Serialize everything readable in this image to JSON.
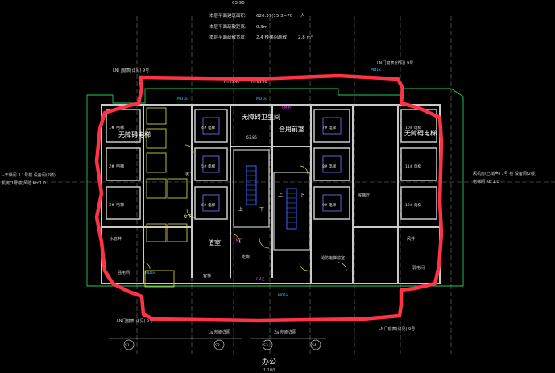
{
  "header": {
    "top_label": "63.90",
    "rows": [
      {
        "label": "本层平面建筑面积:",
        "value": "626.37(15.3=70",
        "unit": "人"
      },
      {
        "label": "本层平面疏散距离:",
        "value": "0.3m",
        "unit": ""
      },
      {
        "label": "本层平面疏散宽度:",
        "value": "2.4 楼梯间疏散",
        "unit": "2.8 m²"
      }
    ]
  },
  "rooms": {
    "acc_left": "无障碍电梯",
    "acc_right": "无障碍电梯",
    "acc_wc": "无障碍卫生间",
    "shared_lobby": "合用前室",
    "fire_room": "消防电梯前室",
    "duty_room": "值室",
    "corridor": "走廊",
    "wc_left_a": "女卫",
    "wc_left_b": "男卫",
    "room_left_low": "强电间",
    "room_right_low": "弱电间",
    "pipe_a": "水管井",
    "pipe_b": "风井",
    "stair_a": "上",
    "stair_b": "下",
    "lobby_lift_text": "客梯",
    "lobby_text_r": "候梯厅"
  },
  "elevators_left": [
    "1# 电梯",
    "2# 电梯",
    "3# 电梯"
  ],
  "elevators_mid_left": [
    "4# 电梯",
    "5# 电梯",
    "6# 电梯"
  ],
  "elevators_mid_right": [
    "7# 电梯",
    "8# 电梯",
    "9# 电梯"
  ],
  "elevators_right": [
    "10# 电梯",
    "11# 电梯",
    "12# 电梯"
  ],
  "tags": {
    "mdk_1": "MD1k",
    "mdk_2": "MD1k",
    "mdk_3": "MD1k",
    "mdk_4": "MD1k",
    "mdk_5": "MD1k",
    "fm_1": "FM乙",
    "fm_2": "FM乙",
    "fm_3": "FM甲",
    "elev_1": "h=63.90",
    "elev_2": "63.85",
    "elev_3": "h=63.90",
    "side_note_top_left": "LN门窗表(详见)  9号",
    "side_note_top_right": "LN门窗表(详见)  9号",
    "side_note_bottom_left": "LN门窗表(详见)  9号",
    "side_note_bottom_right": "LN门窗表(详见)  9号",
    "left_edge_1": "--干燥间  3 1号楼 设备间(2楼)",
    "left_edge_2": "机房(1号楼)风险  Kb:1.0",
    "right_edge_1": "风机房(已消声) 1号 楼 设备间(2楼)",
    "right_edge_2": "电梯间  Kb:1.0"
  },
  "bottom": {
    "axis_marks": [
      "S1",
      "S2",
      "S3",
      "S4"
    ],
    "label_a": "1a 剖面详图",
    "label_b": "2a 剖面详图",
    "title": "办公",
    "subtitle": "1:100"
  },
  "colors": {
    "red_outline": "#ff3344",
    "wall": "#c9c9c9",
    "green": "#22cc55",
    "cyan": "#33ccff",
    "yellow": "#e6e64c",
    "blue": "#3366ff",
    "magenta": "#dd44dd"
  }
}
